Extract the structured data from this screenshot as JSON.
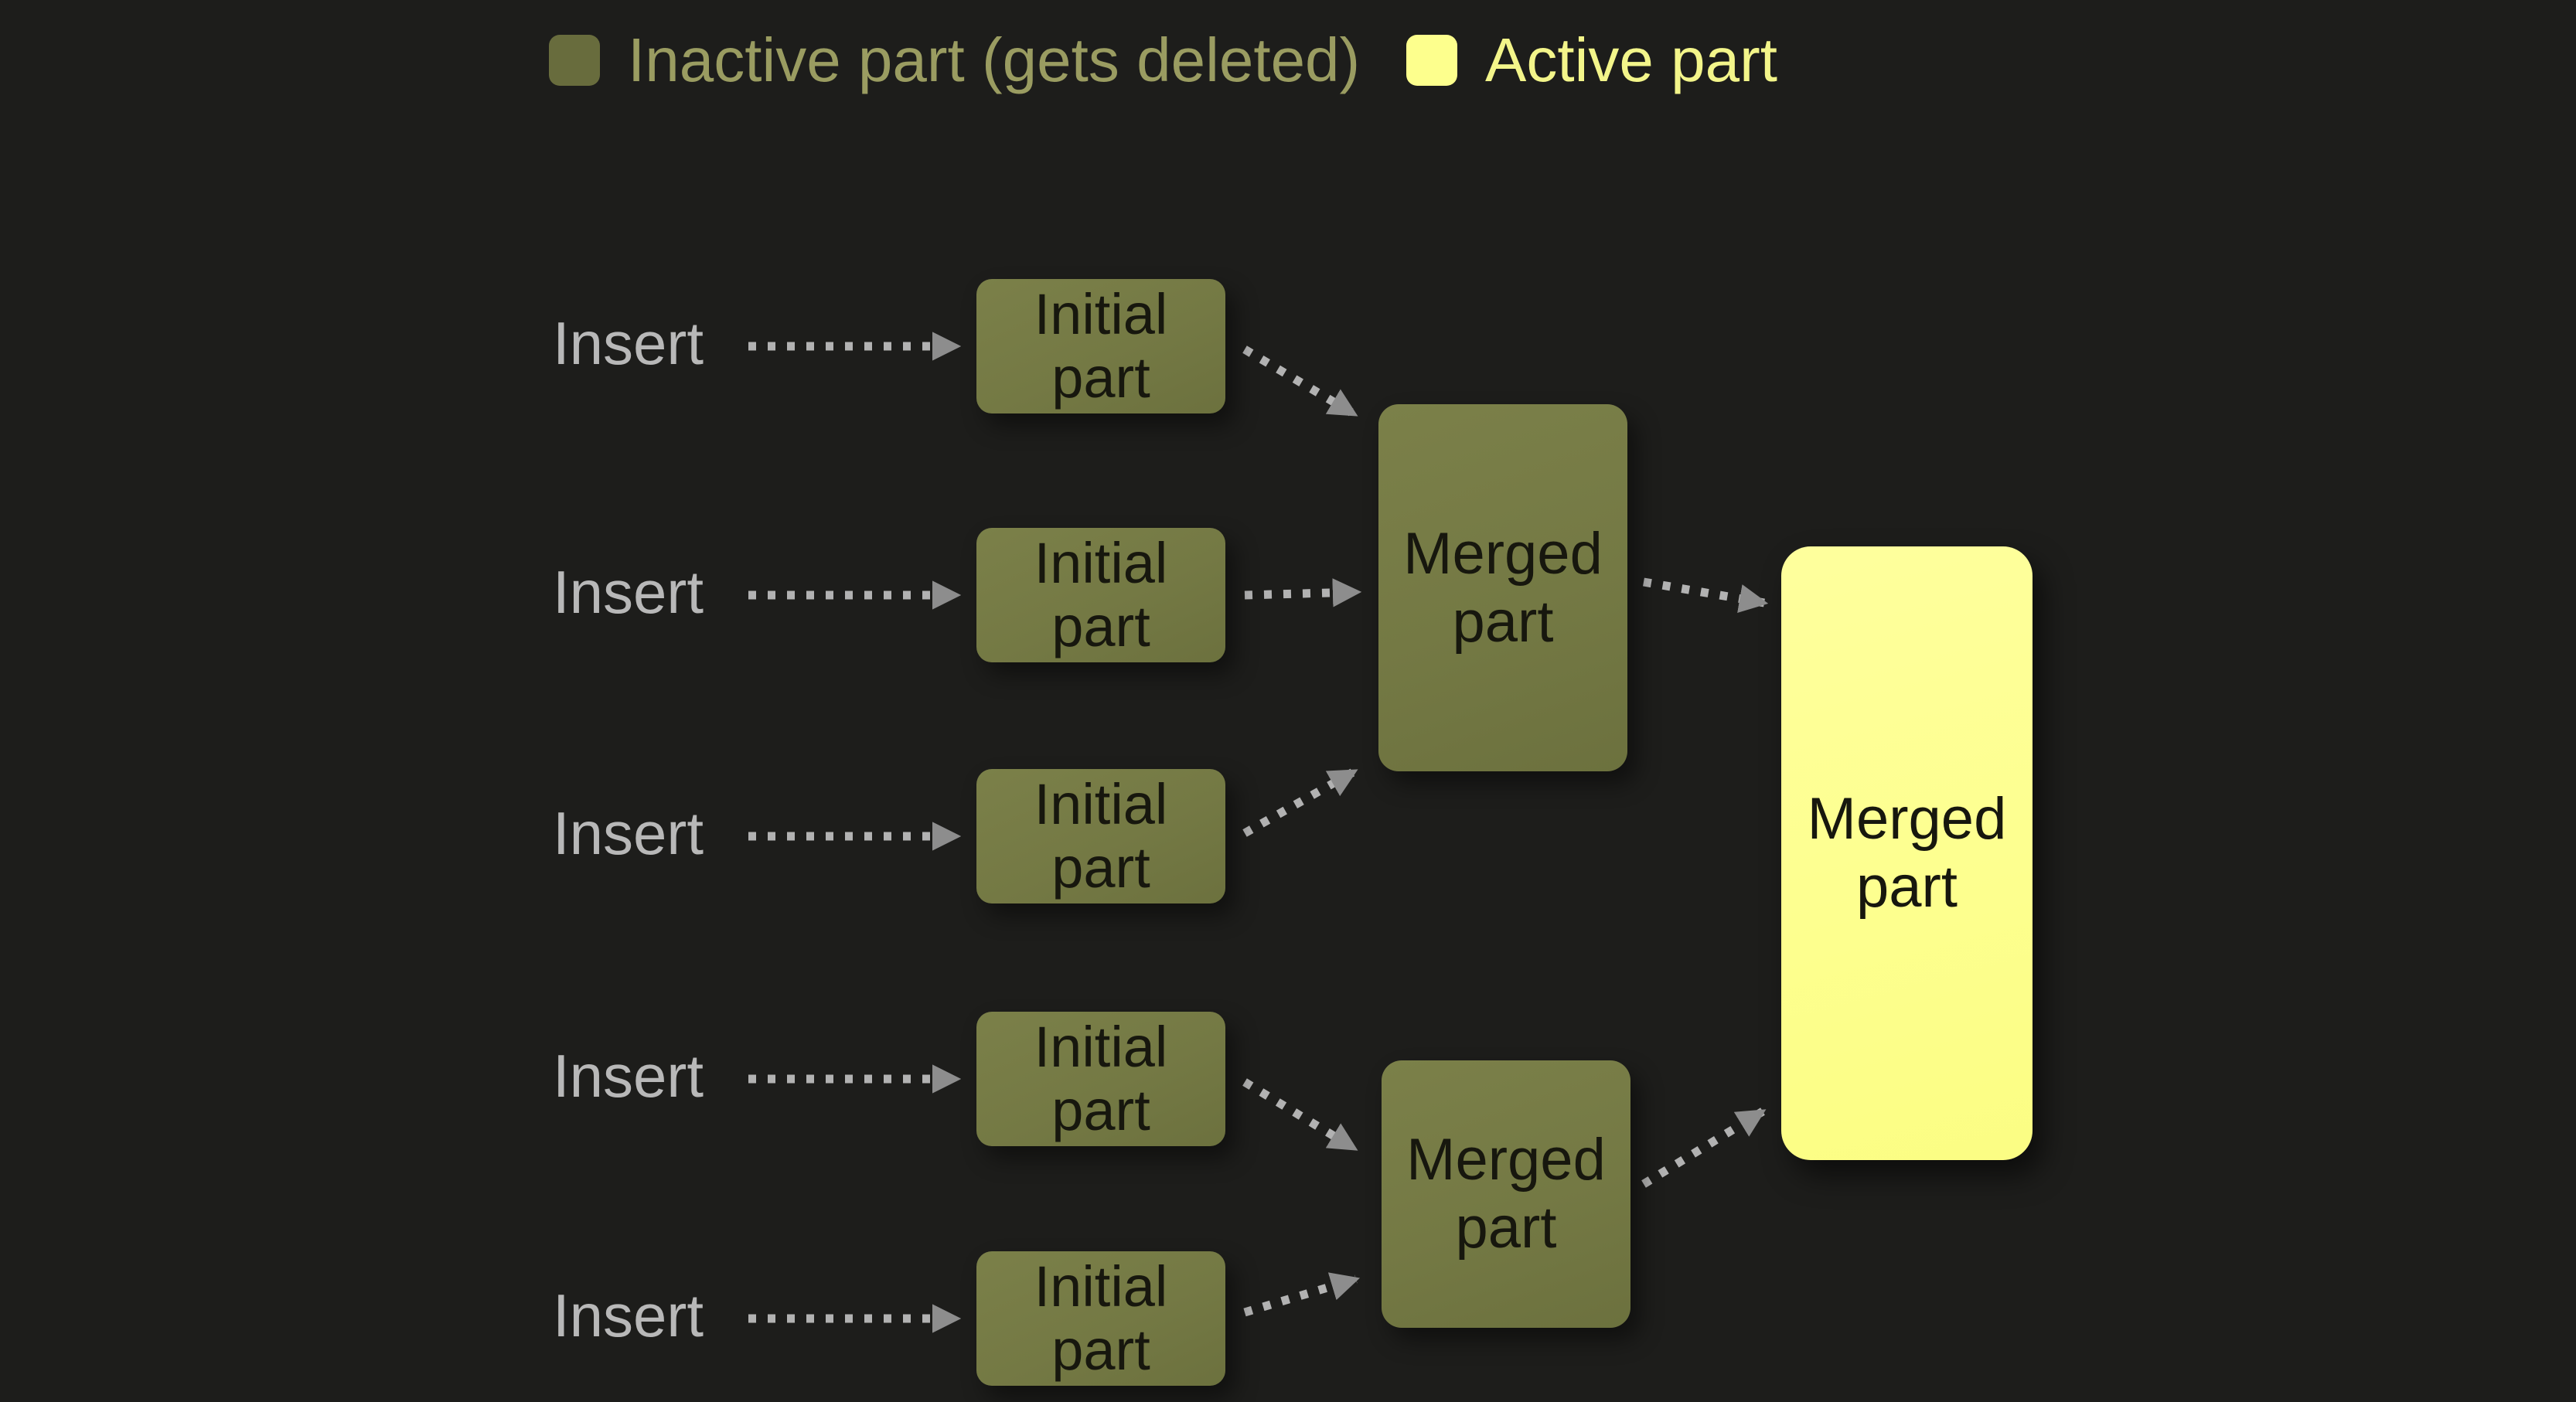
{
  "colors": {
    "background": "#1d1d1b",
    "inactive_box": "#747944",
    "active_box": "#fdff8e",
    "inactive_swatch": "#686c3d",
    "active_swatch": "#fdff8d",
    "legend_inactive_text": "#9a9c61",
    "legend_active_text": "#f3f58a",
    "insert_text": "#b8b8b8",
    "box_text": "#17170e",
    "arrow_dots": "#b2b2b2",
    "arrow_head": "#8d8d8d"
  },
  "legend": {
    "items": [
      {
        "label": "Inactive part (gets deleted)",
        "type": "inactive"
      },
      {
        "label": "Active part",
        "type": "active"
      }
    ]
  },
  "flow": {
    "insert_labels": [
      "Insert",
      "Insert",
      "Insert",
      "Insert",
      "Insert"
    ],
    "initial_parts": [
      {
        "line1": "Initial",
        "line2": "part"
      },
      {
        "line1": "Initial",
        "line2": "part"
      },
      {
        "line1": "Initial",
        "line2": "part"
      },
      {
        "line1": "Initial",
        "line2": "part"
      },
      {
        "line1": "Initial",
        "line2": "part"
      }
    ],
    "merged_inactive_parts": [
      {
        "line1": "Merged",
        "line2": "part"
      },
      {
        "line1": "Merged",
        "line2": "part"
      }
    ],
    "active_merged_part": {
      "line1": "Merged",
      "line2": "part"
    }
  }
}
